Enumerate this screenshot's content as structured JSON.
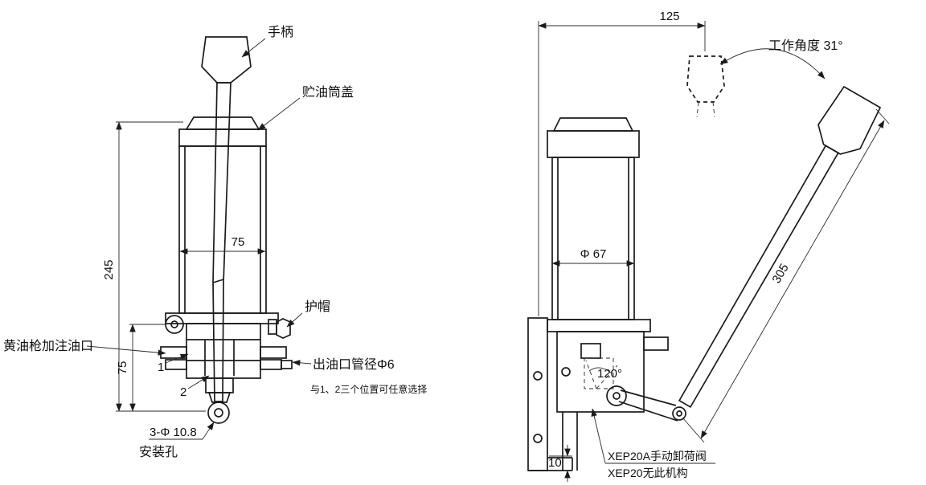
{
  "front_view": {
    "labels": {
      "handle": "手柄",
      "reservoir_cover": "贮油筒盖",
      "protective_cap": "护帽",
      "grease_fill_port": "黄油枪加注油口",
      "outlet_port": "出油口管径Φ6",
      "outlet_note": "与1、2三个位置可任意选择",
      "position_1": "1",
      "position_2": "2",
      "mounting_hole_spec": "3-Φ 10.8",
      "mounting_hole": "安装孔"
    },
    "dimensions": {
      "total_height": "245",
      "reservoir_width": "75",
      "port_to_base_height": "75"
    }
  },
  "side_view": {
    "labels": {
      "working_angle": "工作角度 31°",
      "unloading_valve": "XEP20A手动卸荷阀",
      "unloading_valve_note": "XEP20无此机构"
    },
    "dimensions": {
      "handle_top_offset": "125",
      "reservoir_diameter": "Φ 67",
      "handle_length": "305",
      "valve_rotation_angle": "120°",
      "base_plate_thickness": "10"
    }
  }
}
